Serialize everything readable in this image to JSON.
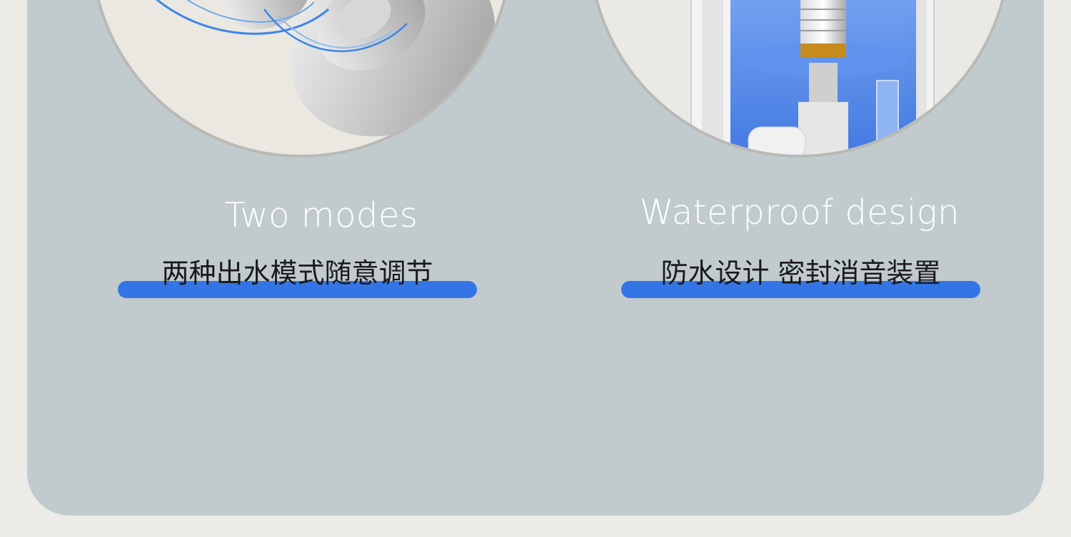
{
  "features": [
    {
      "title_en": "Two modes",
      "title_cn": "两种出水模式随意调节"
    },
    {
      "title_en": "Waterproof design",
      "title_cn": "防水设计 密封消音装置"
    }
  ],
  "colors": {
    "page_background": "#ecebe7",
    "card_background": "#c1cbcd",
    "underline": "#3475e6",
    "heading_text": "#ffffff",
    "subtitle_text": "#1a1a1a"
  }
}
